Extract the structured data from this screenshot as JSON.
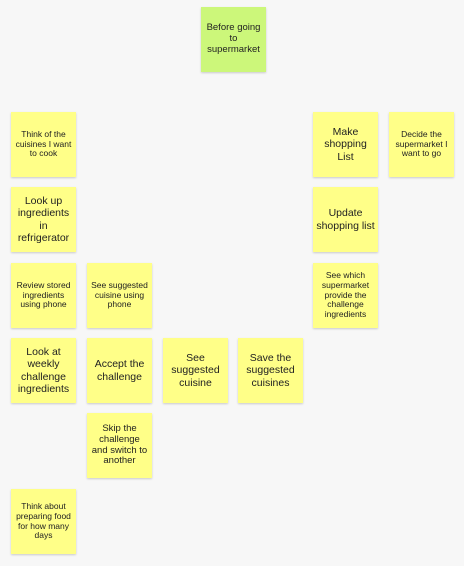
{
  "notes": {
    "before": "Before going to supermarket",
    "think": "Think of the cuisines I want to cook",
    "lookup": "Look up ingredients in refrigerator",
    "review": "Review stored ingredients using phone",
    "see_suggested_phone": "See suggested cuisine using phone",
    "weekly": "Look at weekly challenge ingredients",
    "accept": "Accept the challenge",
    "see_cuisine": "See suggested cuisine",
    "save": "Save the suggested cuisines",
    "skip": "Skip the challenge and switch to another",
    "days": "Think about preparing food for how many days",
    "make_list": "Make shopping List",
    "decide": "Decide the supermarket I want to go",
    "update_list": "Update shopping list",
    "which_market": "See which supermarket provide the challenge ingredients"
  },
  "colors": {
    "header_note": "#ccf77a",
    "note": "#ffff88",
    "background": "#f7f7f7"
  }
}
